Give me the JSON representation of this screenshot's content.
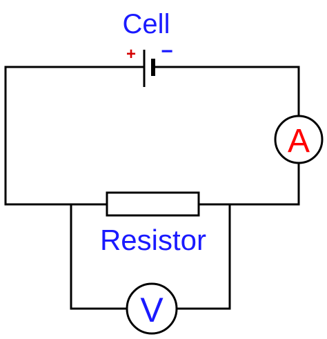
{
  "labels": {
    "cell": "Cell",
    "positive": "+",
    "negative": "−",
    "resistor": "Resistor",
    "ammeter": "A",
    "voltmeter": "V"
  },
  "colors": {
    "wire": "#000000",
    "label": "#1a1aff",
    "meter_letter": "#ff0000",
    "positive_sign": "#d40000",
    "negative_sign": "#1a1aff",
    "background": "#ffffff"
  }
}
